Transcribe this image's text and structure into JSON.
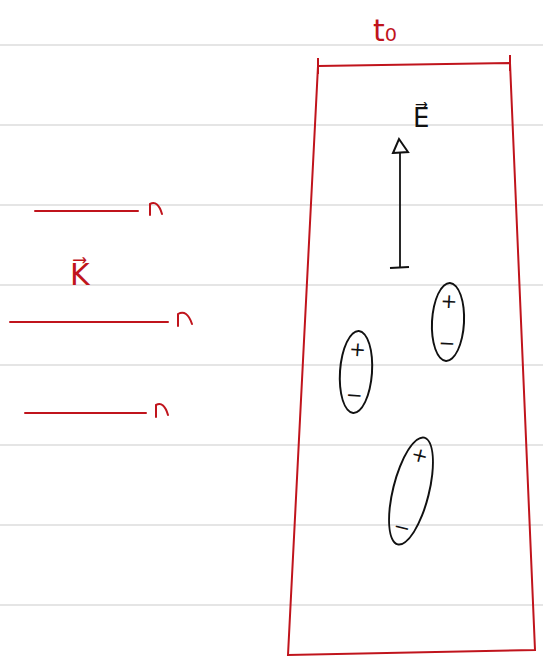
{
  "diagram": {
    "nodes": [
      {
        "text": [
          "t₀",
          "E⃗"
        ]
      },
      {
        "text": [
          "+",
          "−"
        ],
        "in": 0
      },
      {
        "text": [
          "+",
          "−"
        ],
        "in": 0
      },
      {
        "text": [
          "+",
          "−"
        ],
        "in": 0
      }
    ],
    "labels": [
      "K⃗"
    ]
  }
}
